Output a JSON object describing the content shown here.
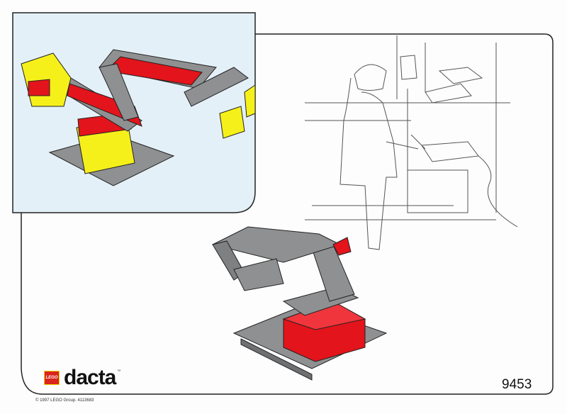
{
  "brand": {
    "logo_text": "LEGO",
    "product_line": "dacta",
    "trademark": "™"
  },
  "copyright": "© 1997 LEGO Group. 4113683",
  "set_number": "9453",
  "colors": {
    "brick_red": "#e3141b",
    "brick_yellow": "#f6f01a",
    "brick_gray": "#8f9092",
    "inset_bg": "#e4f0f7",
    "line": "#222222"
  },
  "illustrations": [
    "robot-arm-model-red-yellow",
    "factory-worker-sketch",
    "robot-arm-model-gray-red"
  ]
}
